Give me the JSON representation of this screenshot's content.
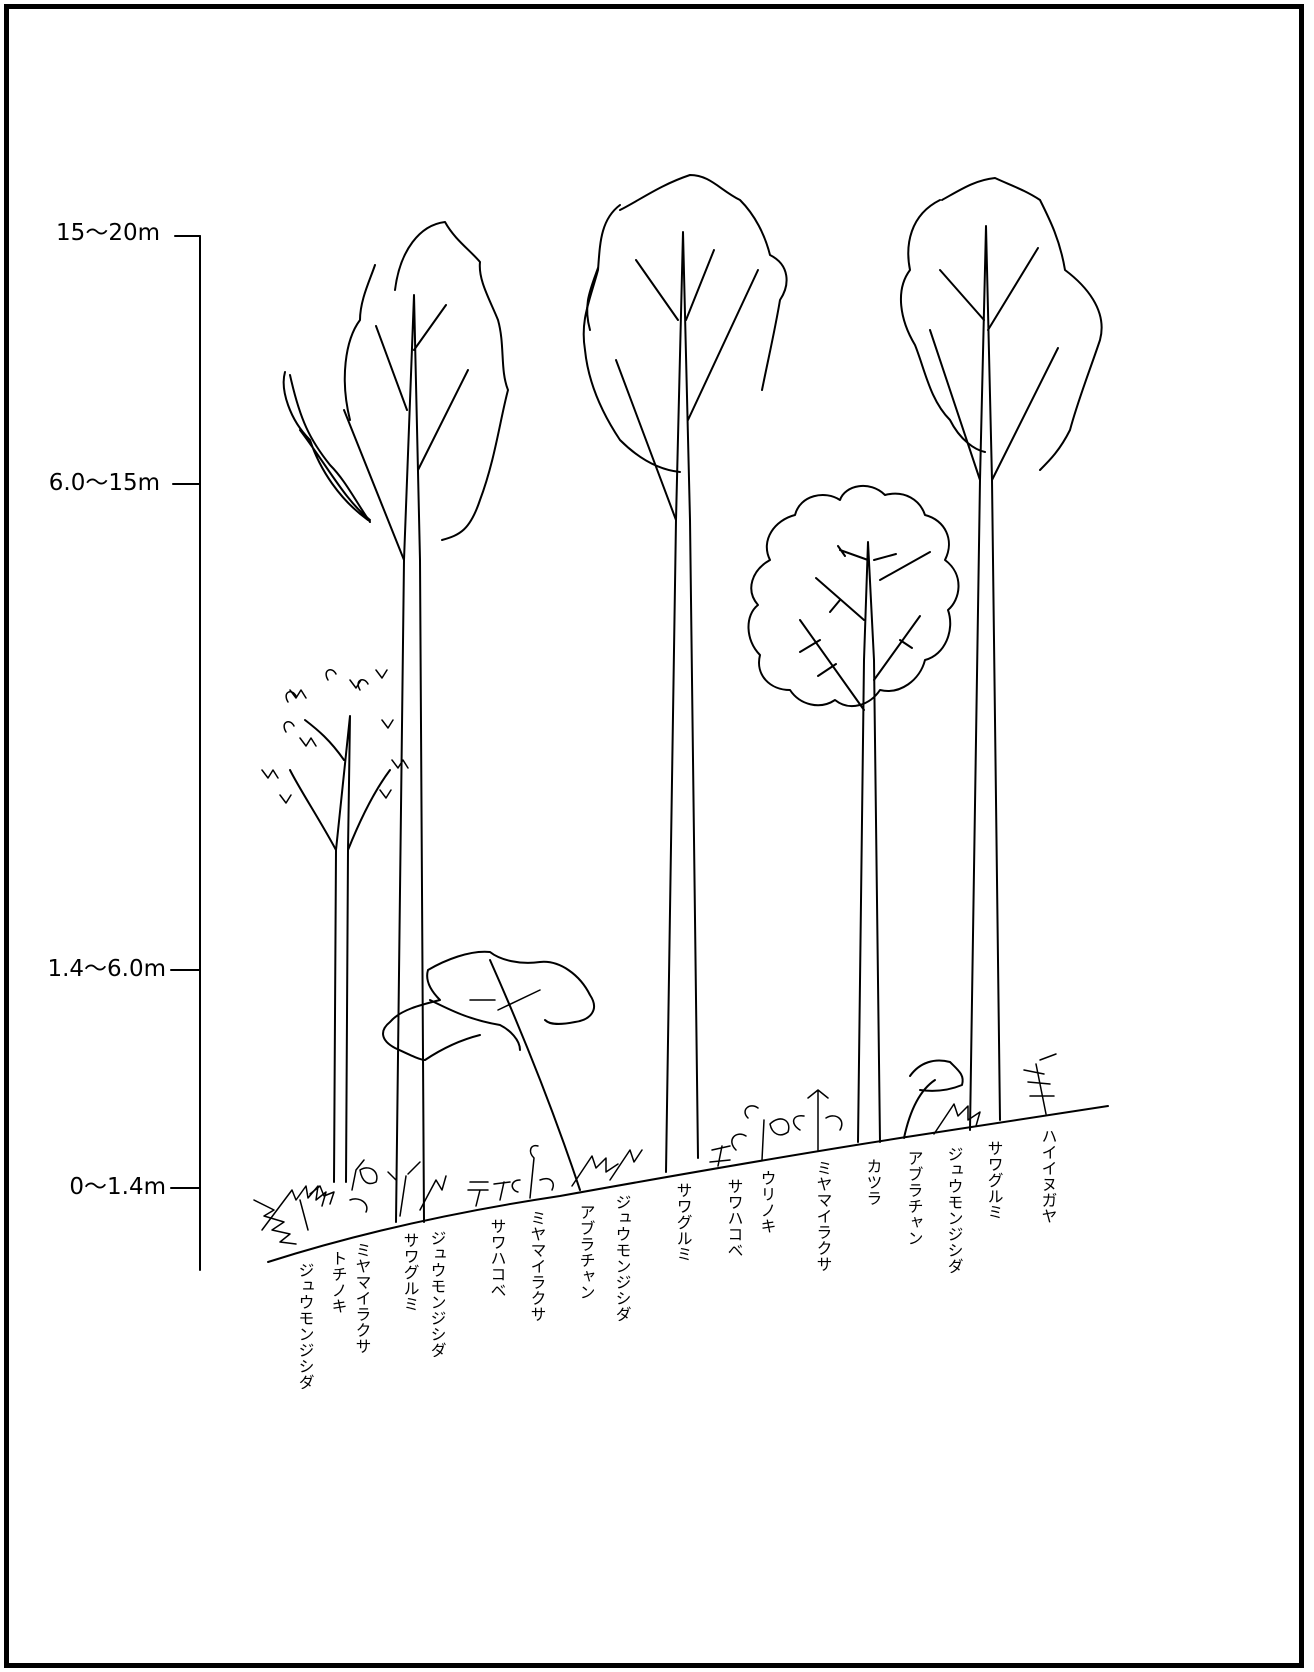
{
  "height_scale": {
    "ticks": [
      {
        "label": "15〜20m"
      },
      {
        "label": "6.0〜15m"
      },
      {
        "label": "1.4〜6.0m"
      },
      {
        "label": "0〜1.4m"
      }
    ]
  },
  "plants": [
    {
      "name": "ジュウモンジシダ"
    },
    {
      "name": "トチノキ"
    },
    {
      "name": "ミヤマイラクサ"
    },
    {
      "name": "サワグルミ"
    },
    {
      "name": "ジュウモンジシダ"
    },
    {
      "name": "サワハコベ"
    },
    {
      "name": "ミヤマイラクサ"
    },
    {
      "name": "アブラチャン"
    },
    {
      "name": "ジュウモンジシダ"
    },
    {
      "name": "サワグルミ"
    },
    {
      "name": "サワハコベ"
    },
    {
      "name": "ウリノキ"
    },
    {
      "name": "ミヤマイラクサ"
    },
    {
      "name": "カツラ"
    },
    {
      "name": "アブラチャン"
    },
    {
      "name": "ジュウモンジシダ"
    },
    {
      "name": "サワグルミ"
    },
    {
      "name": "ハイイヌガヤ"
    }
  ]
}
